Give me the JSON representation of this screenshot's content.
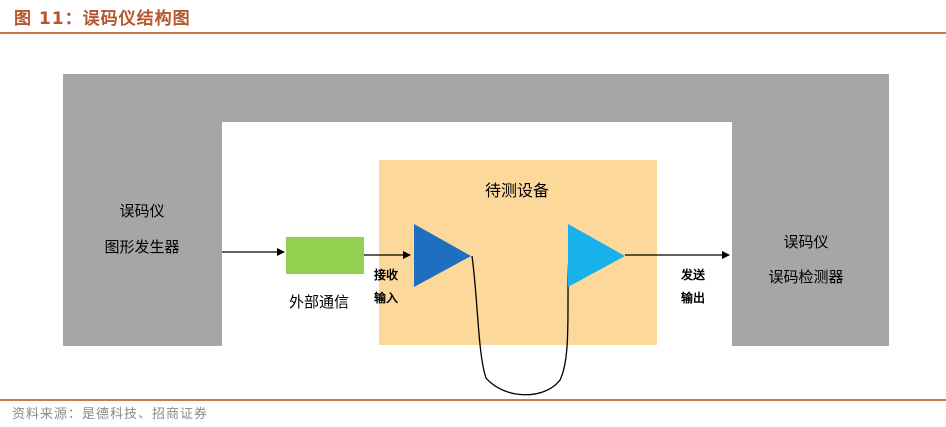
{
  "title": "图 11：误码仪结构图",
  "source": "资料来源：是德科技、招商证券",
  "diagram": {
    "generator_line1": "误码仪",
    "generator_line2": "图形发生器",
    "dut_title": "待测设备",
    "external_comm": "外部通信",
    "receive_line1": "接收",
    "receive_line2": "输入",
    "send_line1": "发送",
    "send_line2": "输出",
    "detector_line1": "误码仪",
    "detector_line2": "误码检测器"
  },
  "colors": {
    "title": "#b5562c",
    "rule": "#c77a50",
    "frame": "#a6a6a6",
    "dut_fill": "#fcd89a",
    "external_box": "#92d050",
    "receiver_triangle": "#1f6fc0",
    "transmitter_triangle": "#17b2ec"
  }
}
